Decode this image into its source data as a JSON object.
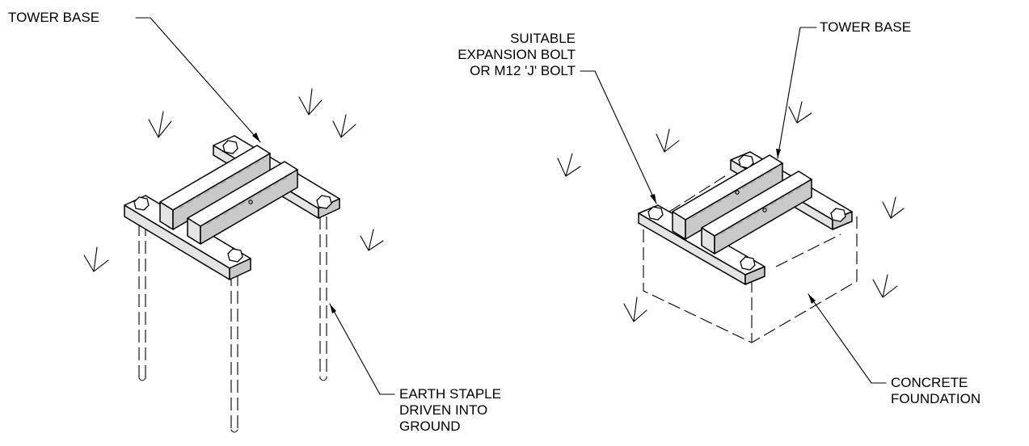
{
  "left_figure": {
    "tower_base_label": "TOWER BASE",
    "earth_staple_label": [
      "EARTH STAPLE",
      "DRIVEN INTO",
      "GROUND"
    ]
  },
  "right_figure": {
    "bolt_label": [
      "SUITABLE",
      "EXPANSION BOLT",
      "OR M12 'J' BOLT"
    ],
    "tower_base_label": "TOWER BASE",
    "concrete_label": [
      "CONCRETE",
      "FOUNDATION"
    ]
  }
}
